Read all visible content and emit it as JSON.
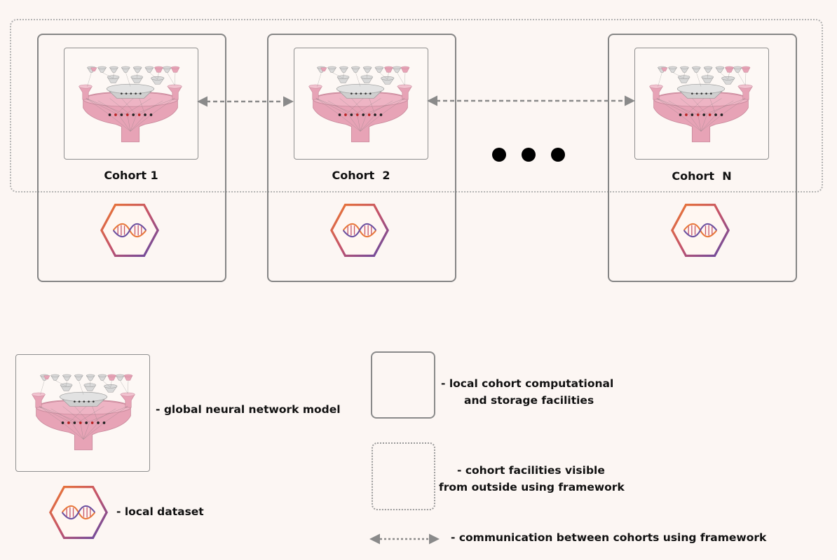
{
  "cohorts": [
    {
      "label": "Cohort 1"
    },
    {
      "label": "Cohort  2"
    },
    {
      "label": "Cohort  N"
    }
  ],
  "legend": {
    "model_label": "- global neural network model",
    "dataset_label": "- local  dataset",
    "facilities_label_line1": "- local cohort computational",
    "facilities_label_line2": "and storage facilities",
    "visible_label_line1": "- cohort facilities visible",
    "visible_label_line2": "from outside using framework",
    "communication_label": "- communication between cohorts using framework"
  },
  "colors": {
    "background": "#fcf6f3",
    "funnel_pink": "#e7a3b6",
    "funnel_grey": "#cccccc",
    "hex_orange": "#e8773a",
    "hex_purple": "#6b4fa0",
    "arrow_grey": "#8a8a8a"
  },
  "icons": {
    "model": "neural-network-funnel-icon",
    "dataset": "dna-hexagon-icon",
    "continuation": "ellipsis-dots"
  }
}
